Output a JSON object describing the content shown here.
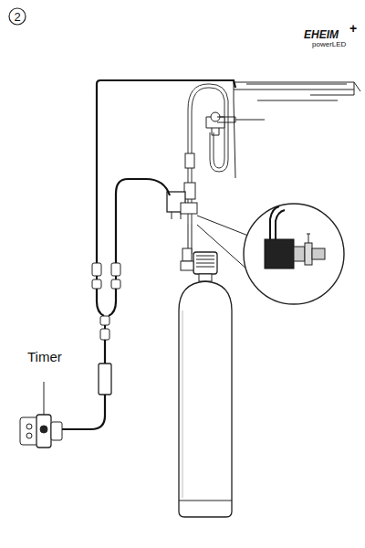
{
  "diagram": {
    "labels": [
      "2",
      "EHEIM",
      "powerLED",
      "+",
      "Timer"
    ]
  }
}
